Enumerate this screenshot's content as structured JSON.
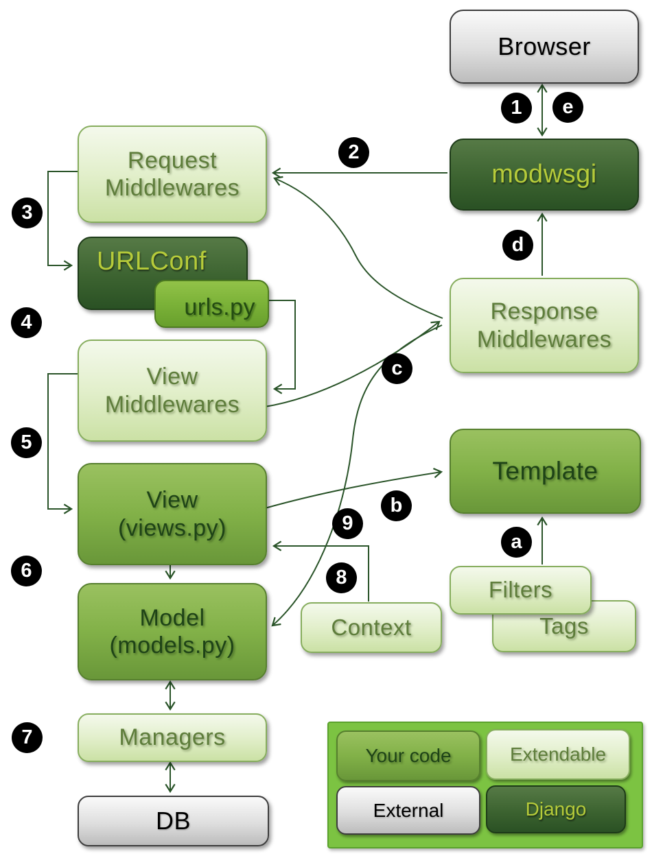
{
  "nodes": {
    "browser": {
      "label": "Browser"
    },
    "modwsgi": {
      "label": "modwsgi"
    },
    "request_middlewares": {
      "line1": "Request",
      "line2": "Middlewares"
    },
    "urlconf": {
      "label": "URLConf"
    },
    "urls_py": {
      "label": "urls.py"
    },
    "view_middlewares": {
      "line1": "View",
      "line2": "Middlewares"
    },
    "view": {
      "line1": "View",
      "line2": "(views.py)"
    },
    "model": {
      "line1": "Model",
      "line2": "(models.py)"
    },
    "managers": {
      "label": "Managers"
    },
    "db": {
      "label": "DB"
    },
    "response_middlewares": {
      "line1": "Response",
      "line2": "Middlewares"
    },
    "template": {
      "label": "Template"
    },
    "filters": {
      "label": "Filters"
    },
    "tags": {
      "label": "Tags"
    },
    "context": {
      "label": "Context"
    }
  },
  "badges": {
    "n1": "1",
    "n2": "2",
    "n3": "3",
    "n4": "4",
    "n5": "5",
    "n6": "6",
    "n7": "7",
    "n8": "8",
    "n9": "9",
    "a": "a",
    "b": "b",
    "c": "c",
    "d": "d",
    "e": "e"
  },
  "legend": {
    "your_code": "Your code",
    "extendable": "Extendable",
    "external": "External",
    "django": "Django"
  },
  "edges": [
    {
      "from": "Browser",
      "to": "modwsgi",
      "style": "double-arrow",
      "badges": [
        "1",
        "e"
      ]
    },
    {
      "from": "modwsgi",
      "to": "Request Middlewares",
      "badges": [
        "2"
      ]
    },
    {
      "from": "Request Middlewares",
      "to": "URLConf",
      "badges": [
        "3"
      ]
    },
    {
      "from": "urls.py",
      "to": "View Middlewares",
      "badges": [
        "4"
      ]
    },
    {
      "from": "View Middlewares",
      "to": "View (views.py)",
      "badges": [
        "5"
      ]
    },
    {
      "from": "View (views.py)",
      "to": "Model (models.py)",
      "badges": [
        "6"
      ]
    },
    {
      "from": "Model (models.py)",
      "to": "Managers",
      "style": "double-arrow",
      "badges": []
    },
    {
      "from": "Managers",
      "to": "DB",
      "style": "double-arrow",
      "badges": [
        "7"
      ]
    },
    {
      "from": "Context",
      "to": "View (views.py)",
      "badges": [
        "8",
        "9"
      ]
    },
    {
      "from": "View (views.py)",
      "to": "Template",
      "badges": [
        "b"
      ]
    },
    {
      "from": "Filters",
      "to": "Template",
      "badges": [
        "a"
      ]
    },
    {
      "from": "View Middlewares",
      "to": "Response Middlewares",
      "badges": [
        "c"
      ]
    },
    {
      "from": "Response Middlewares",
      "to": "Request Middlewares",
      "badges": []
    },
    {
      "from": "Response Middlewares",
      "to": "Model (models.py)",
      "badges": []
    },
    {
      "from": "Response Middlewares",
      "to": "modwsgi",
      "badges": [
        "d"
      ]
    }
  ],
  "colors": {
    "line": "#2a5429",
    "badge_bg": "#000000",
    "badge_text": "#ffffff",
    "light_box": "#cbe1a5",
    "light_box_text": "#5e7d3b",
    "medium_box": "#82b148",
    "medium_box_text": "#1e4317",
    "dark_box": "#2a5124",
    "dark_box_text": "#b6cb3a",
    "gray_box": "#dedede",
    "legend_panel": "#7cc342"
  }
}
